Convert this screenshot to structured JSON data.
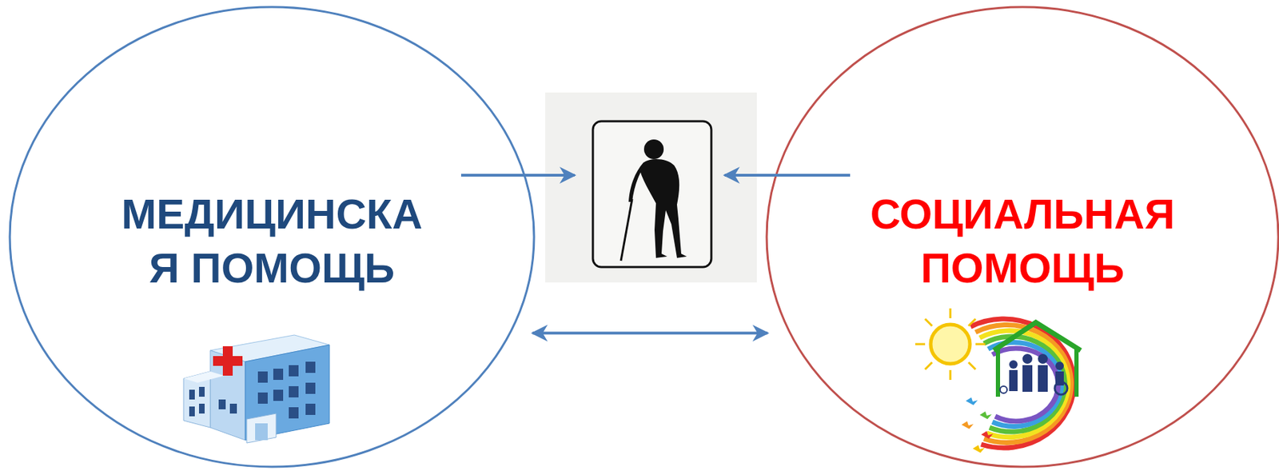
{
  "diagram": {
    "nodes": [
      {
        "text": [
          "МЕДИЦИНСКА Я ПОМОЩЬ"
        ]
      },
      {
        "text": [
          "СОЦИАЛЬНАЯ ПОМОЩЬ"
        ]
      }
    ],
    "edges": [
      {
        "from": 0,
        "to": 1,
        "arrow": "both"
      }
    ]
  }
}
